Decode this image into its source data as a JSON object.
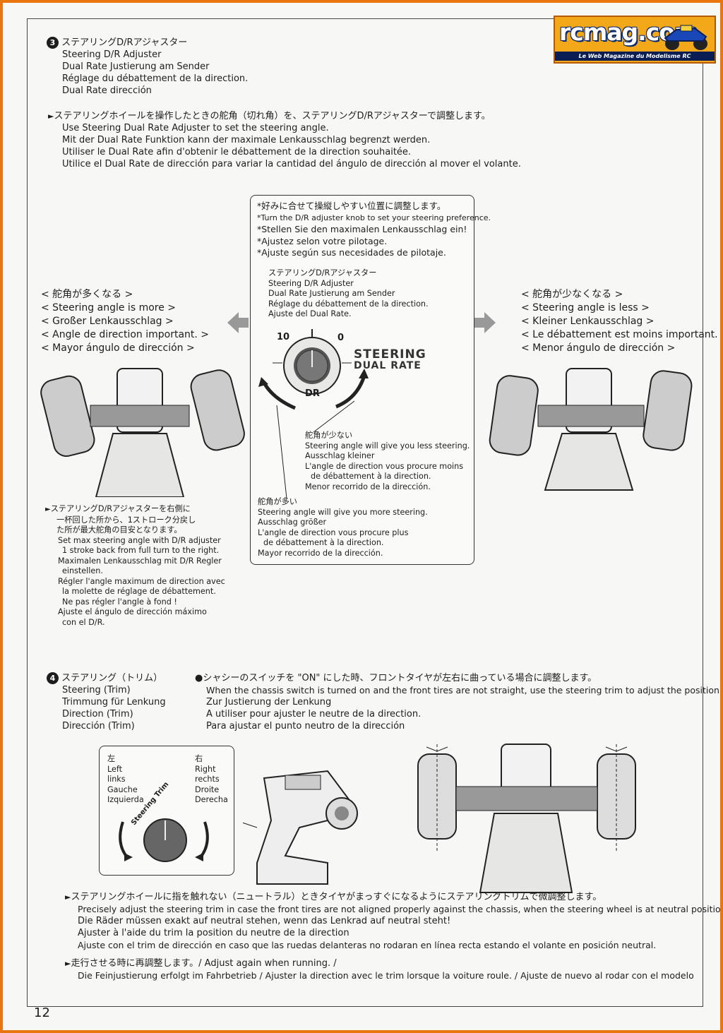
{
  "brand": {
    "name": "rcmag.com",
    "tagline": "Le Web Magazine du Modelisme RC"
  },
  "section3": {
    "number": "3",
    "titles": [
      "ステアリングD/Rアジャスター",
      "Steering D/R Adjuster",
      "Dual Rate Justierung am Sender",
      "Réglage du débattement de la direction.",
      "Dual Rate dirección"
    ],
    "intro": [
      "ステアリングホイールを操作したときの舵角（切れ角）を、ステアリングD/Rアジャスターで調整します。",
      "Use Steering Dual Rate Adjuster to set the steering angle.",
      "Mit der Dual Rate Funktion kann der maximale Lenkausschlag begrenzt werden.",
      "Utiliser le Dual Rate afin d'obtenir le débattement de la direction souhaitée.",
      "Utilice el Dual Rate de dirección para variar la cantidad del ángulo de dirección al mover el volante."
    ],
    "box_tips": [
      "*好みに合せて操縦しやすい位置に調整します。",
      "*Turn the D/R adjuster knob to set your steering preference.",
      "*Stellen Sie den maximalen Lenkausschlag ein!",
      "*Ajustez selon votre pilotage.",
      "*Ajuste según sus necesidades de pilotaje."
    ],
    "box_knob_label": [
      "ステアリングD/Rアジャスター",
      "Steering D/R Adjuster",
      "Dual Rate Justierung am Sender",
      "Réglage du débattement de la direction.",
      "Ajuste del Dual Rate."
    ],
    "knob": {
      "max": "10",
      "min": "0",
      "label": "DR",
      "logo_line1": "STEERING",
      "logo_line2": "DUAL RATE"
    },
    "less": [
      "舵角が少ない",
      "Steering angle will give you less steering.",
      "Ausschlag kleiner",
      "L'angle de direction vous procure moins",
      "de débattement à la direction.",
      "Menor recorrido de la dirección."
    ],
    "more": [
      "舵角が多い",
      "Steering angle will give you more steering.",
      "Ausschlag größer",
      "L'angle de direction vous procure plus",
      "de débattement à la direction.",
      "Mayor recorrido de la dirección."
    ],
    "left": [
      "< 舵角が多くなる >",
      "< Steering angle is more >",
      "< Großer Lenkausschlag >",
      "< Angle de direction important. >",
      "< Mayor ángulo de dirección >"
    ],
    "right": [
      "< 舵角が少なくなる >",
      "< Steering angle is less >",
      "< Kleiner Lenkausschlag >",
      "< Le débattement est moins important. >",
      "< Menor ángulo de dirección >"
    ],
    "note": [
      "ステアリングD/Rアジャスターを右側に",
      "一杯回した所から、1ストローク分戻し",
      "た所が最大舵角の目安となります。",
      "Set max steering angle with D/R adjuster",
      "1 stroke back from full turn to the right.",
      "Maximalen Lenkausschlag mit D/R Regler",
      "einstellen.",
      "Régler l'angle maximum de direction avec",
      "la molette de réglage de débattement.",
      "Ne pas régler l'angle à fond !",
      "Ajuste el ángulo de dirección máximo",
      "con el D/R."
    ]
  },
  "section4": {
    "number": "4",
    "titles": [
      "ステアリング（トリム）",
      "Steering (Trim)",
      "Trimmung für Lenkung",
      "Direction (Trim)",
      "Dirección (Trim)"
    ],
    "intro": [
      "●シャシーのスイッチを \"ON\" にした時、フロントタイヤが左右に曲っている場合に調整します。",
      "When the chassis switch is turned on and the front tires are not straight, use the steering trim to adjust the position.",
      "Zur Justierung der Lenkung",
      "A utiliser pour ajuster le neutre de la direction.",
      "Para ajustar el punto neutro de la dirección"
    ],
    "left_label": [
      "左",
      "Left",
      "links",
      "Gauche",
      "Izquierda"
    ],
    "right_label": [
      "右",
      "Right",
      "rechts",
      "Droite",
      "Derecha"
    ],
    "trim_label": "Steering Trim",
    "adjust": [
      "ステアリングホイールに指を触れない（ニュートラル）ときタイヤがまっすぐになるようにステアリングトリムで微調整します。",
      "Precisely adjust the steering trim in case the front tires are not aligned properly against the chassis, when the steering wheel is at neutral position.",
      "Die Räder müssen exakt auf neutral stehen, wenn das Lenkrad auf neutral steht!",
      "Ajuster à l'aide du trim la position du neutre de la direction",
      "Ajuste con el trim de dirección en caso que las ruedas delanteras no rodaran en línea recta estando el volante en posición neutral."
    ],
    "running": [
      "走行させる時に再調整します。/  Adjust again when running. /",
      "Die Feinjustierung erfolgt im Fahrbetrieb / Ajuster la direction avec le trim lorsque la voiture roule. / Ajuste de nuevo al rodar con el modelo"
    ]
  },
  "page_number": "12"
}
